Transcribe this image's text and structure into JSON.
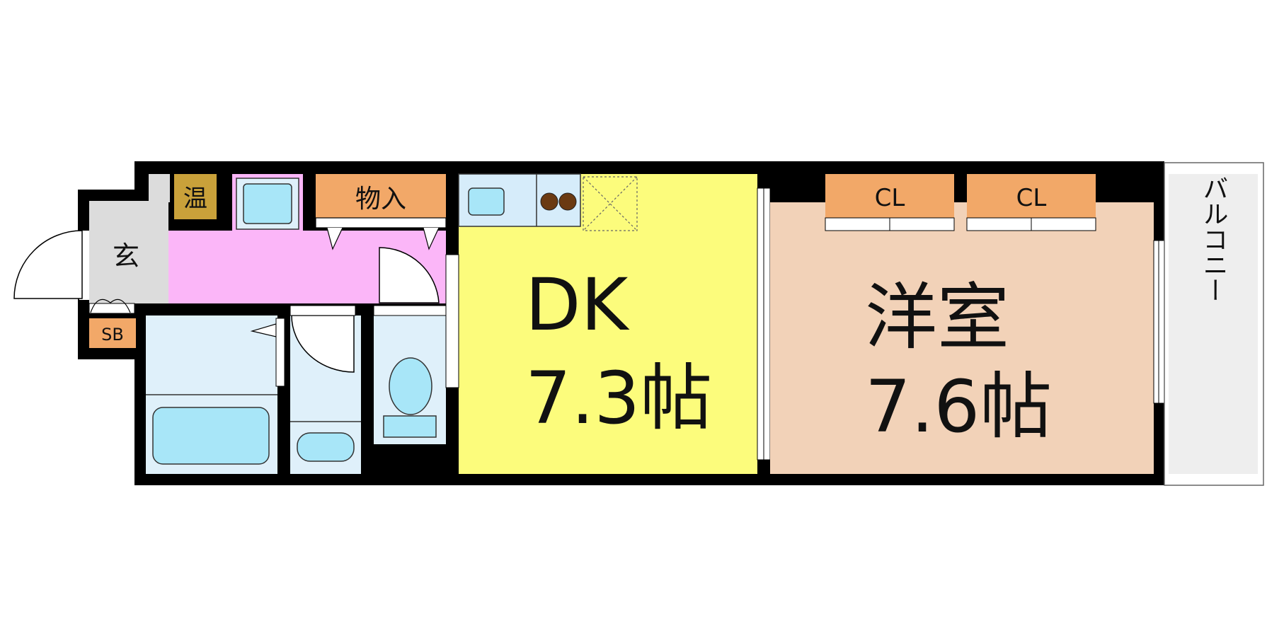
{
  "colors": {
    "wall": "#000000",
    "hall": "#fbb6f8",
    "entry": "#dcdcdc",
    "storage": "#f2a868",
    "water_heater": "#c9a13a",
    "bath": "#dff0fa",
    "fixture": "#a8e6f8",
    "dk": "#fcfc7c",
    "western": "#f2d2b8",
    "balcony": "#eeeeee"
  },
  "rooms": {
    "entrance": "玄",
    "shoe_box": "SB",
    "water_heater": "温",
    "storage": "物入",
    "closet_1": "CL",
    "closet_2": "CL",
    "dk_name": "DK",
    "dk_size": "7.3帖",
    "western_name": "洋室",
    "western_size": "7.6帖",
    "balcony": "バルコニー"
  },
  "icons": {
    "washer": "washing-machine-icon",
    "sink": "kitchen-sink-icon",
    "stove": "two-burner-stove-icon",
    "fridge": "refrigerator-space-icon",
    "bathtub": "bathtub-icon",
    "basin": "wash-basin-icon",
    "toilet": "toilet-icon"
  }
}
